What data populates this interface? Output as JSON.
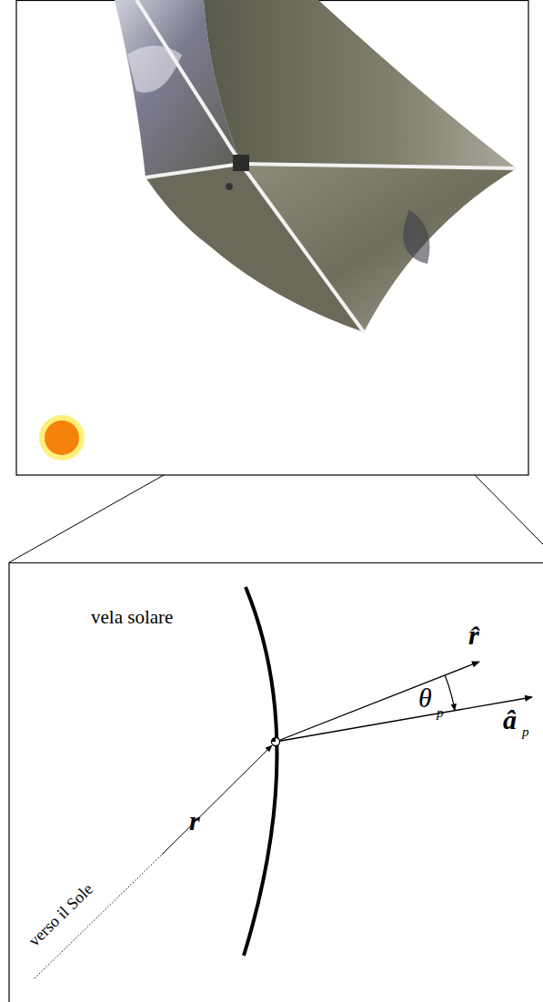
{
  "diagram": {
    "labels": [
      "vela solare",
      "r̂",
      "θ",
      "p",
      "â",
      "p",
      "r",
      "verso il Sole"
    ]
  }
}
